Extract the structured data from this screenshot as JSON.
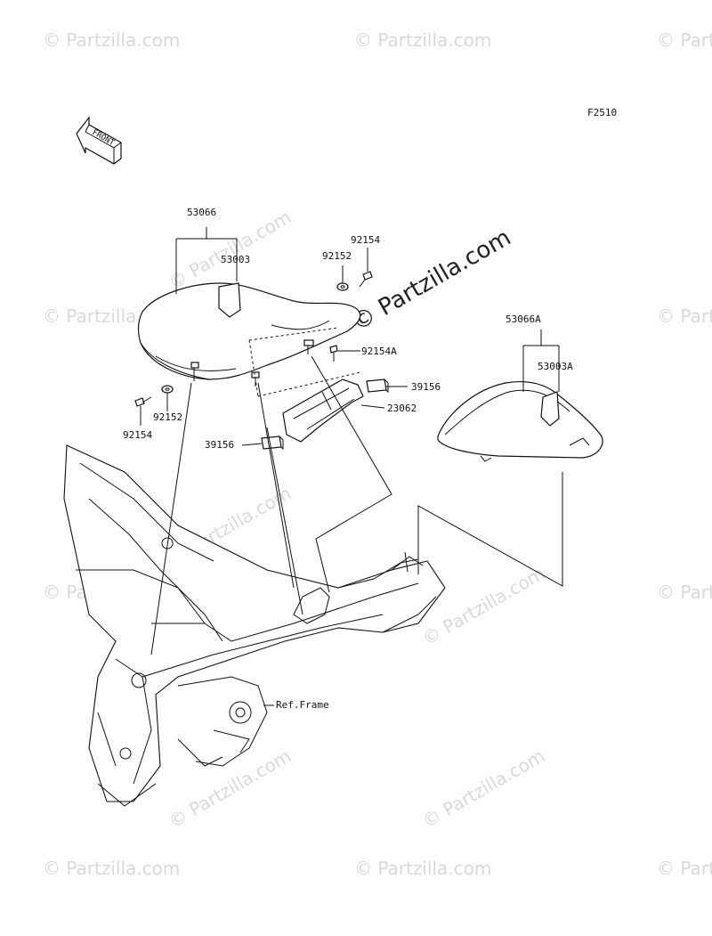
{
  "diagram": {
    "code": "F2510",
    "front_label": "FRONT",
    "watermark_text": "© Partzilla.com",
    "watermark_main": "© Partzilla.com",
    "callouts": {
      "seat_assy": "53066",
      "seat_cover": "53003",
      "bolt_top": "92154",
      "washer_top": "92152",
      "bolt_a": "92154A",
      "damper_right": "39156",
      "bracket": "23062",
      "damper_left": "39156",
      "washer_left": "92152",
      "bolt_left": "92154",
      "pillion_assy": "53066A",
      "pillion_cover": "53003A",
      "frame_ref": "Ref.Frame"
    }
  }
}
